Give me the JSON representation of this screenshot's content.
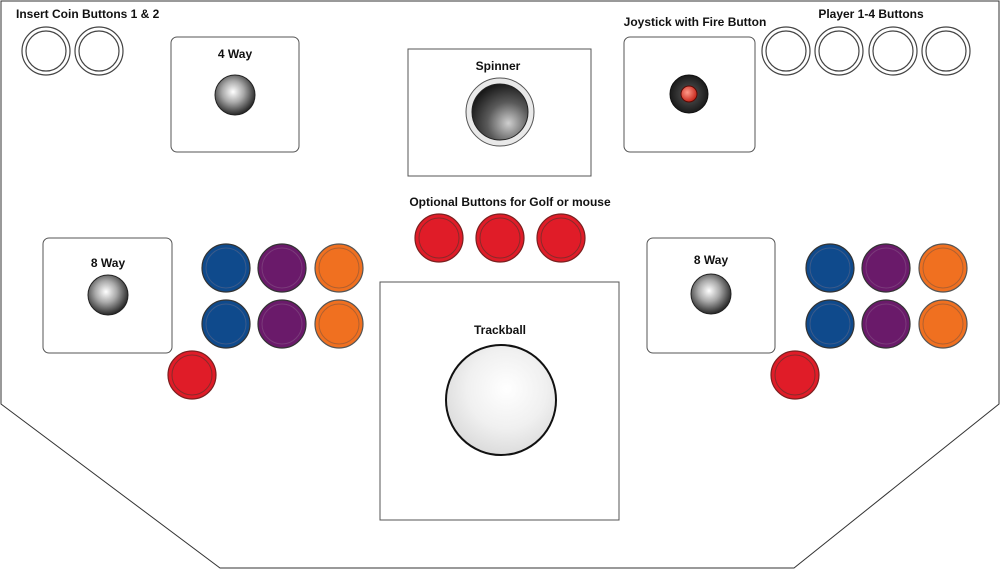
{
  "labels": {
    "insert_coin": "Insert Coin Buttons 1 & 2",
    "player_buttons": "Player 1-4 Buttons",
    "joystick_fire": "Joystick with Fire Button",
    "four_way": "4 Way",
    "spinner": "Spinner",
    "optional": "Optional Buttons for Golf or mouse",
    "eight_way_left": "8 Way",
    "eight_way_right": "8 Way",
    "trackball": "Trackball"
  },
  "colors": {
    "blue": "#0f4a8c",
    "purple": "#6a1a6a",
    "orange": "#f07020",
    "red": "#e01c28",
    "outline": "#333333",
    "panel_stroke": "#555555"
  }
}
